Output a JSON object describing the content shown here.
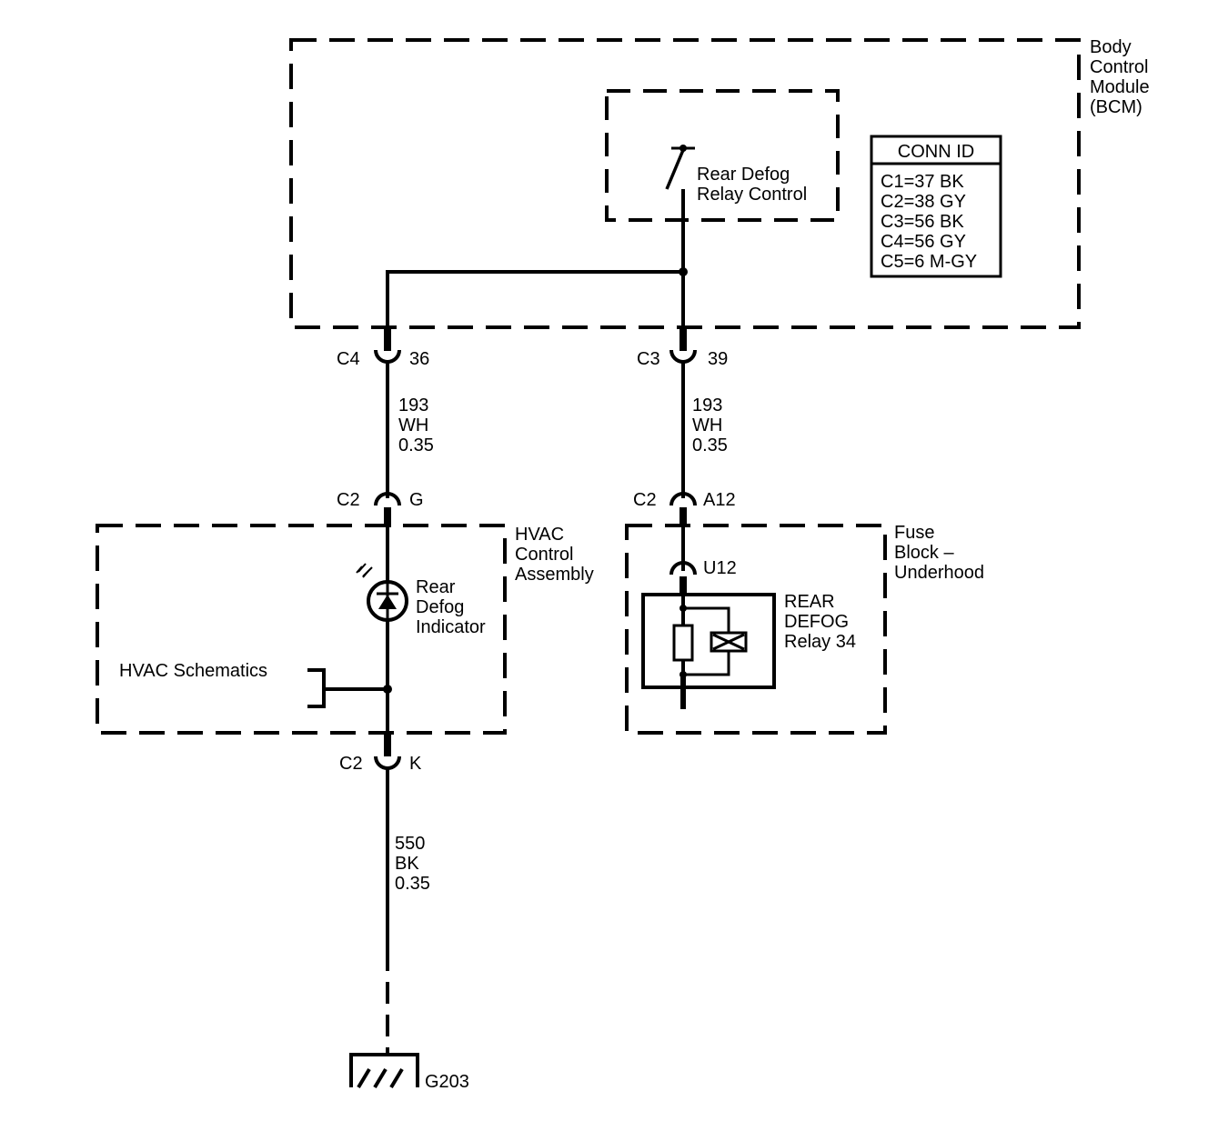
{
  "bcm": {
    "lines": [
      "Body",
      "Control",
      "Module",
      "(BCM)"
    ]
  },
  "relay_control": {
    "lines": [
      "Rear Defog",
      "Relay Control"
    ]
  },
  "conn_id": {
    "title": "CONN ID",
    "items": [
      "C1=37 BK",
      "C2=38 GY",
      "C3=56 BK",
      "C4=56 GY",
      "C5=6 M-GY"
    ]
  },
  "connectors": {
    "c4": {
      "name": "C4",
      "pin": "36"
    },
    "c3": {
      "name": "C3",
      "pin": "39"
    },
    "hvac_in": {
      "name": "C2",
      "pin": "G"
    },
    "fuse_in": {
      "name": "C2",
      "pin": "A12"
    },
    "fuse_u12": {
      "pin": "U12"
    },
    "hvac_out": {
      "name": "C2",
      "pin": "K"
    }
  },
  "wires": {
    "left_upper": {
      "lines": [
        "193",
        "WH",
        "0.35"
      ]
    },
    "right_upper": {
      "lines": [
        "193",
        "WH",
        "0.35"
      ]
    },
    "ground": {
      "lines": [
        "550",
        "BK",
        "0.35"
      ]
    }
  },
  "hvac": {
    "lines": [
      "HVAC",
      "Control",
      "Assembly"
    ],
    "indicator": [
      "Rear",
      "Defog",
      "Indicator"
    ],
    "schematics": "HVAC Schematics"
  },
  "fuse_block": {
    "lines": [
      "Fuse",
      "Block –",
      "Underhood"
    ],
    "relay": [
      "REAR",
      "DEFOG",
      "Relay 34"
    ]
  },
  "ground": {
    "label": "G203"
  }
}
